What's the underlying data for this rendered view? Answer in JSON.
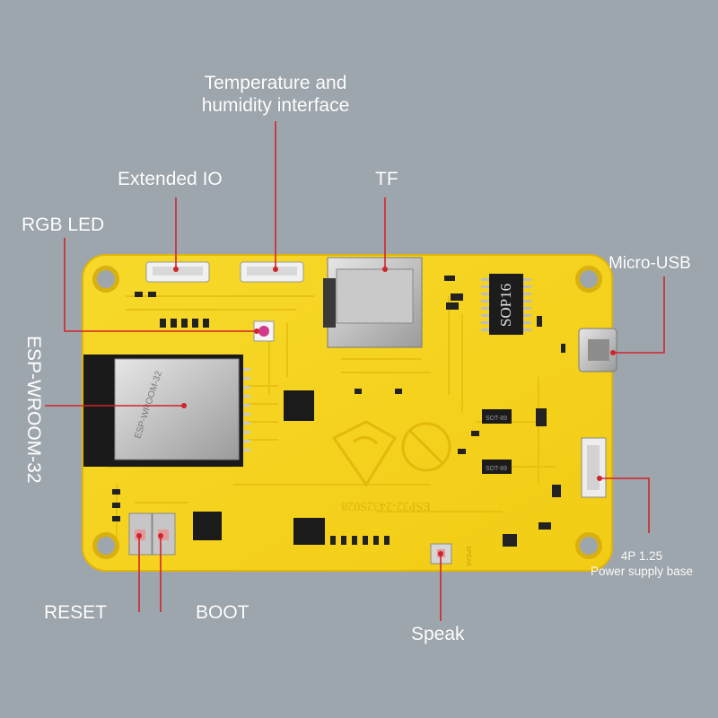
{
  "colors": {
    "background": "#9ea6ad",
    "board": "#f5d21a",
    "board_edge": "#e3b90c",
    "leader_line": "#d0232a",
    "label_text": "#ffffff"
  },
  "labels": {
    "temp_humidity_line1": "Temperature and",
    "temp_humidity_line2": "humidity interface",
    "extended_io": "Extended IO",
    "tf": "TF",
    "rgb_led": "RGB LED",
    "micro_usb": "Micro-USB",
    "esp_module": "ESP-WROOM-32",
    "power_line1": "4P 1.25",
    "power_line2": "Power supply base",
    "reset": "RESET",
    "boot": "BOOT",
    "speak": "Speak"
  },
  "silkscreen": {
    "module_text": "ESP-WROOM-32",
    "chip_text": "SOP16",
    "board_name": "ESP32-2432S028",
    "ic_marking_1": "SOT-89",
    "ic_marking_2": "SOT-89",
    "speak_text": "SPEAK"
  },
  "icons": [
    "mounting-hole-icon",
    "recycle-icon",
    "no-lead-icon"
  ]
}
